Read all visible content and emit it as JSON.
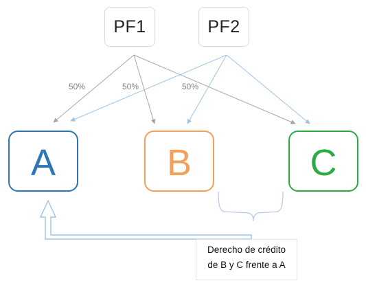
{
  "payers": [
    {
      "label": "PF1"
    },
    {
      "label": "PF2"
    }
  ],
  "entities": [
    {
      "label": "A",
      "color": "#2e75b6"
    },
    {
      "label": "B",
      "color": "#f4a05a"
    },
    {
      "label": "C",
      "color": "#2eaa45"
    }
  ],
  "percentages": [
    "50%",
    "50%",
    "50%"
  ],
  "arrow_colors": {
    "pf1": "#a6a6a6",
    "pf2": "#9dc3e6"
  },
  "credit_note": {
    "line1": "Derecho de crédito",
    "line2": "de B y C frente a A"
  }
}
